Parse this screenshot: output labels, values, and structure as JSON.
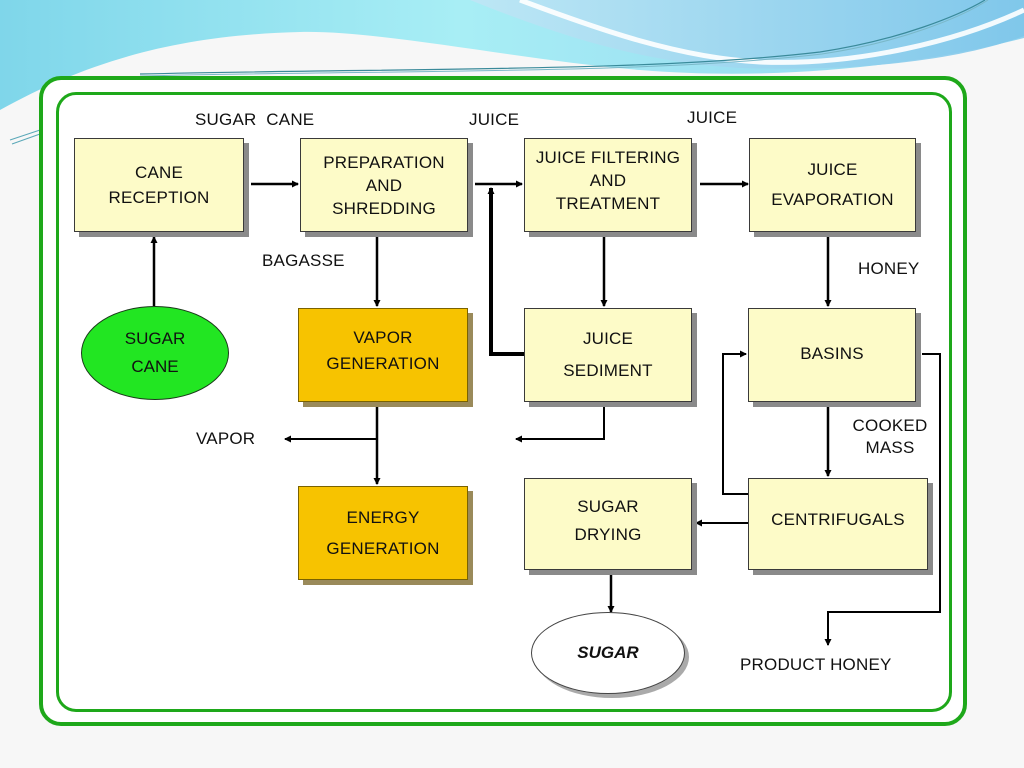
{
  "diagram": {
    "colors": {
      "frame": "#1ea81a",
      "process_box": "#fdfbc8",
      "energy_box": "#f7c300",
      "raw_material": "#22e622",
      "product": "#ffffff",
      "arrow": "#000000"
    },
    "nodes": {
      "cane_reception": [
        "CANE",
        "RECEPTION"
      ],
      "preparation": [
        "PREPARATION",
        "AND",
        "SHREDDING"
      ],
      "juice_filtering": [
        "JUICE FILTERING",
        "AND",
        "TREATMENT"
      ],
      "juice_evaporation": [
        "JUICE",
        "EVAPORATION"
      ],
      "sugar_cane": [
        "SUGAR",
        "CANE"
      ],
      "vapor_generation": [
        "VAPOR",
        "GENERATION"
      ],
      "juice_sediment": [
        "JUICE",
        "SEDIMENT"
      ],
      "basins": [
        "BASINS"
      ],
      "energy_generation": [
        "ENERGY",
        "GENERATION"
      ],
      "sugar_drying": [
        "SUGAR",
        "DRYING"
      ],
      "centrifugals": [
        "CENTRIFUGALS"
      ],
      "sugar": [
        "SUGAR"
      ]
    },
    "flow_labels": {
      "sugar_cane": "SUGAR  CANE",
      "juice_1": "JUICE",
      "juice_2": "JUICE",
      "bagasse": "BAGASSE",
      "honey": "HONEY",
      "vapor": "VAPOR",
      "cooked_mass": [
        "COOKED",
        "MASS"
      ],
      "product_honey": "PRODUCT HONEY"
    },
    "edges": [
      {
        "from": "sugar_cane",
        "to": "cane_reception"
      },
      {
        "from": "cane_reception",
        "to": "preparation",
        "label": "SUGAR CANE"
      },
      {
        "from": "preparation",
        "to": "juice_filtering",
        "label": "JUICE"
      },
      {
        "from": "juice_filtering",
        "to": "juice_evaporation",
        "label": "JUICE"
      },
      {
        "from": "preparation",
        "to": "vapor_generation",
        "label": "BAGASSE"
      },
      {
        "from": "juice_filtering",
        "to": "juice_sediment"
      },
      {
        "from": "juice_sediment",
        "to": "juice_filtering"
      },
      {
        "from": "juice_sediment",
        "to": "waste"
      },
      {
        "from": "juice_evaporation",
        "to": "basins",
        "label": "HONEY"
      },
      {
        "from": "vapor_generation",
        "to": "vapor_out",
        "label": "VAPOR"
      },
      {
        "from": "vapor_generation",
        "to": "energy_generation"
      },
      {
        "from": "basins",
        "to": "centrifugals",
        "label": "COOKED MASS"
      },
      {
        "from": "centrifugals",
        "to": "basins"
      },
      {
        "from": "centrifugals",
        "to": "sugar_drying"
      },
      {
        "from": "sugar_drying",
        "to": "sugar"
      },
      {
        "from": "basins",
        "to": "product_honey",
        "label": "PRODUCT HONEY"
      }
    ]
  }
}
